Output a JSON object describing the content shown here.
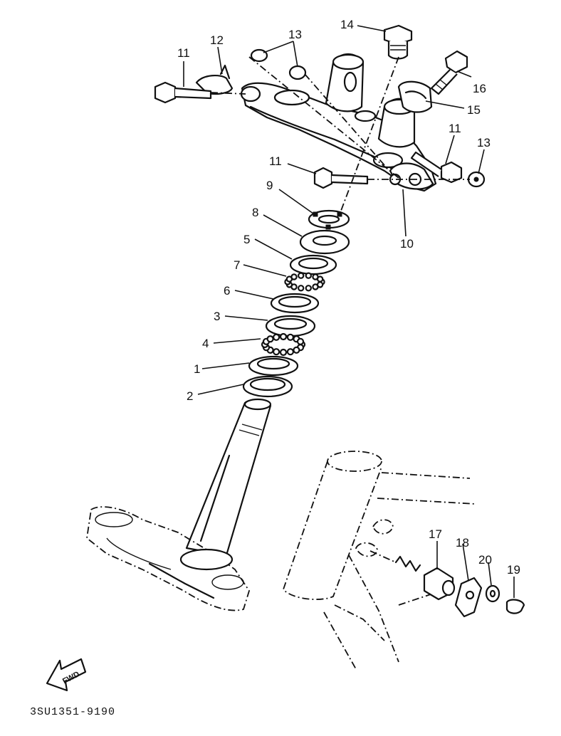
{
  "callouts": {
    "c1": "1",
    "c2": "2",
    "c3": "3",
    "c4": "4",
    "c5": "5",
    "c6": "6",
    "c7": "7",
    "c8": "8",
    "c9": "9",
    "c10": "10",
    "c11a": "11",
    "c11b": "11",
    "c11c": "11",
    "c12": "12",
    "c13a": "13",
    "c13b": "13",
    "c14": "14",
    "c15": "15",
    "c16": "16",
    "c17": "17",
    "c18": "18",
    "c19": "19",
    "c20": "20"
  },
  "fwd_label": "FWD",
  "diagram_code": "3SU1351-9190"
}
